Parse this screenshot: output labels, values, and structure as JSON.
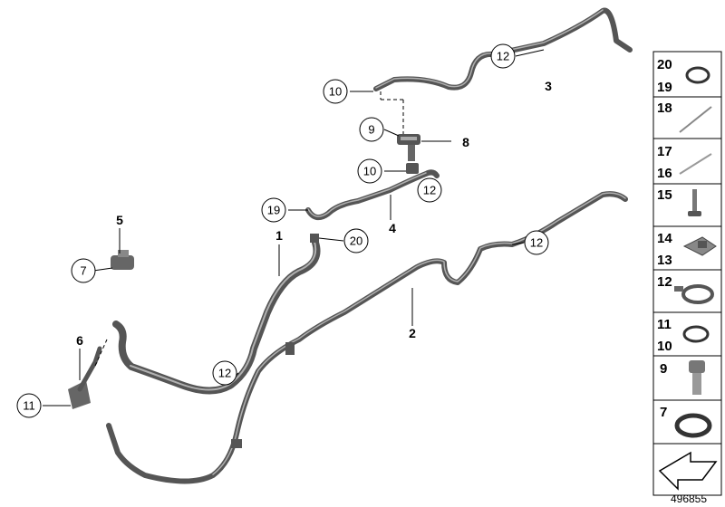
{
  "callouts": {
    "c12a": "12",
    "c10a": "10",
    "c9": "9",
    "c10b": "10",
    "c12b": "12",
    "c19": "19",
    "c20": "20",
    "c7": "7",
    "c12c": "12",
    "c12d": "12",
    "c11": "11"
  },
  "labels": {
    "l3": "3",
    "l8": "8",
    "l4": "4",
    "l5": "5",
    "l1": "1",
    "l2": "2",
    "l6": "6"
  },
  "legend": {
    "r1a": "20",
    "r1b": "19",
    "r2": "18",
    "r3a": "17",
    "r3b": "16",
    "r4": "15",
    "r5a": "14",
    "r5b": "13",
    "r6": "12",
    "r7a": "11",
    "r7b": "10",
    "r8": "9",
    "r9": "7"
  },
  "footer": {
    "diagram_id": "496855"
  },
  "colors": {
    "hose": "#555555",
    "highlight": "#b0b0b0",
    "stroke": "#000000"
  }
}
